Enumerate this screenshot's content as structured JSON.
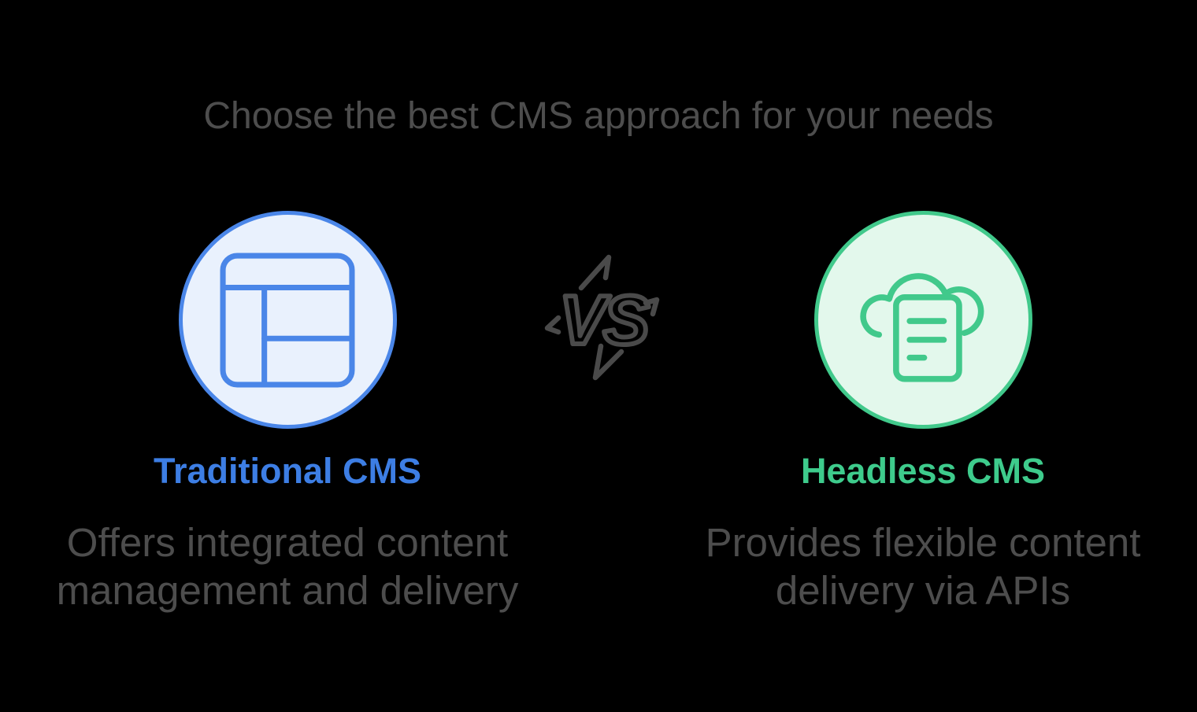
{
  "page": {
    "background_color": "#000000",
    "text_color": "#4d4d4d"
  },
  "title": {
    "text": "Choose the best CMS approach for your needs"
  },
  "vs_badge": {
    "label": "VS",
    "color": "#4a4a4a",
    "icon": "lightning-bolt-vs-icon"
  },
  "left_option": {
    "name": "Traditional CMS",
    "name_color": "#3d7ee4",
    "icon": "layout-window-icon",
    "circle_fill": "#e9f1fd",
    "circle_border": "#4a86e8",
    "description": [
      "Offers integrated content",
      "management and delivery"
    ]
  },
  "right_option": {
    "name": "Headless CMS",
    "name_color": "#3ecb8c",
    "icon": "cloud-document-icon",
    "circle_fill": "#e3f8ec",
    "circle_border": "#41c98b",
    "description": [
      "Provides flexible content",
      "delivery via APIs"
    ]
  }
}
